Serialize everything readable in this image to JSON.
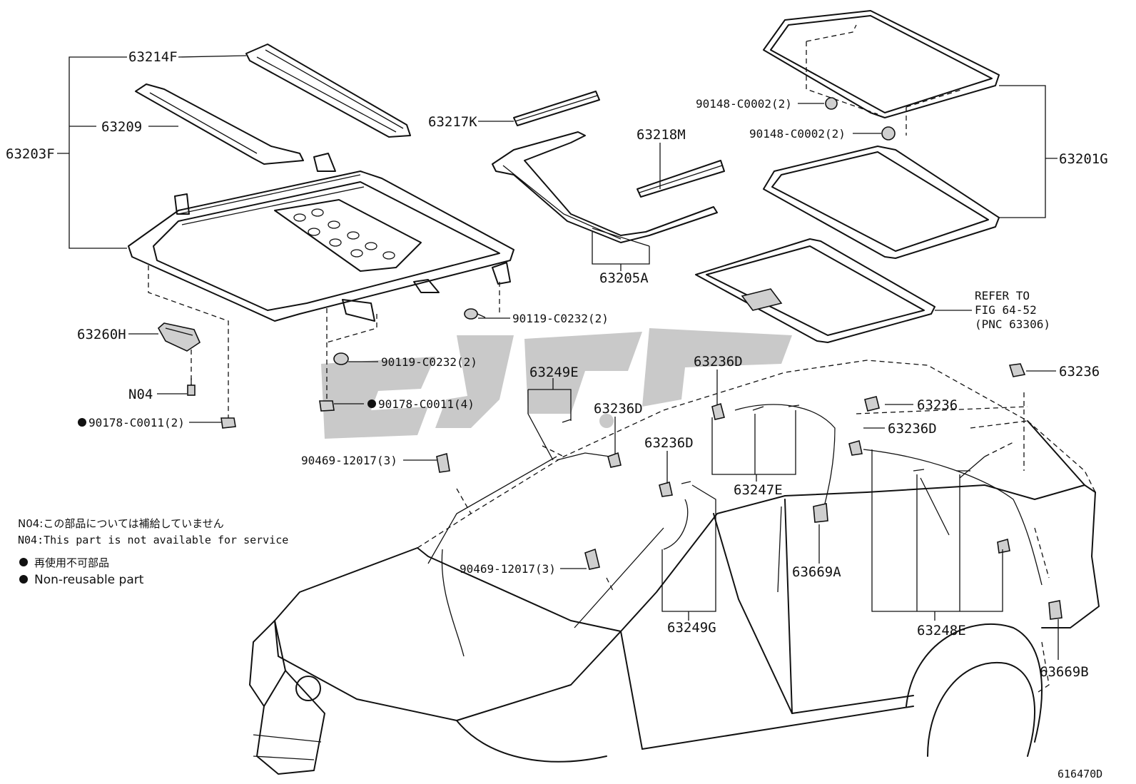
{
  "labels": {
    "p63214F": "63214F",
    "p63209": "63209",
    "p63203F": "63203F",
    "p63217K": "63217K",
    "p63218M": "63218M",
    "p63205A": "63205A",
    "p90148a": "90148-C0002(2)",
    "p90148b": "90148-C0002(2)",
    "p63201G": "63201G",
    "refer1": "REFER TO",
    "refer2": "FIG 64-52",
    "refer3": "(PNC 63306)",
    "p90119a": "90119-C0232(2)",
    "p90119b": "90119-C0232(2)",
    "p63260H": "63260H",
    "pN04": "N04",
    "p90178a": "90178-C0011(4)",
    "p90178b": "90178-C0011(2)",
    "p63249E": "63249E",
    "p63236D_1": "63236D",
    "p63236D_2": "63236D",
    "p63236D_3": "63236D",
    "p63236D_4": "63236D",
    "p63236_1": "63236",
    "p63236_2": "63236",
    "p63247E": "63247E",
    "p90469a": "90469-12017(3)",
    "p90469b": "90469-12017(3)",
    "p63669A": "63669A",
    "p63249G": "63249G",
    "p63248E": "63248E",
    "p63669B": "63669B",
    "fig_id": "616470D"
  },
  "notes": {
    "n04_jp": "N04:この部品については補給していません",
    "n04_en": "N04:This part is not available for service",
    "nr_jp": "再使用不可部品",
    "nr_en": "Non-reusable part"
  },
  "colors": {
    "line": "#111111",
    "watermark": "#c8c8c8",
    "background": "#ffffff"
  }
}
